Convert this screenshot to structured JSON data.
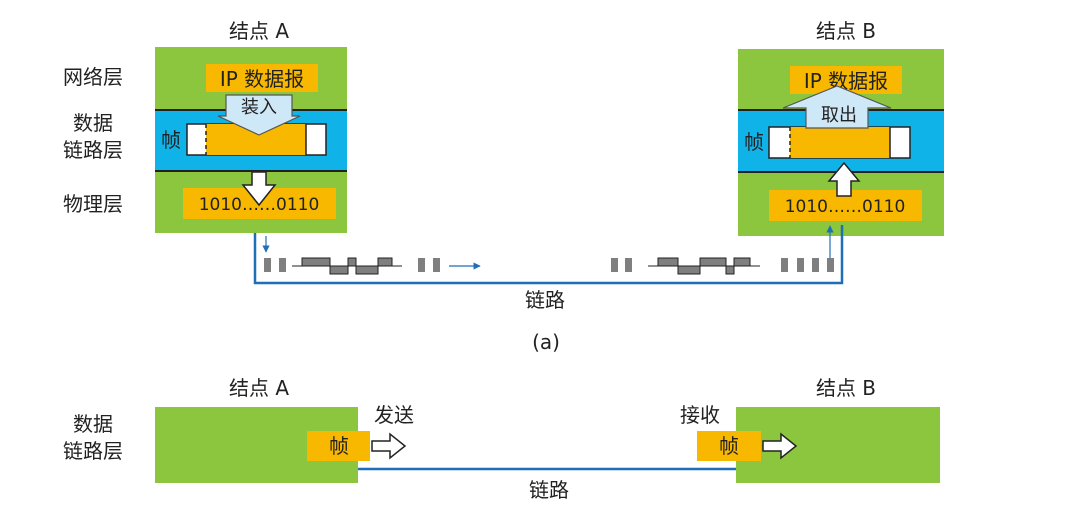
{
  "part_a": {
    "node_a_title": "结点 A",
    "node_b_title": "结点 B",
    "layer_network": "网络层",
    "layer_datalink_line1": "数据",
    "layer_datalink_line2": "链路层",
    "layer_physical": "物理层",
    "ip_datagram": "IP 数据报",
    "encapsulate": "装入",
    "extract": "取出",
    "frame": "帧",
    "bits_a": "1010……0110",
    "bits_b": "1010……0110",
    "link": "链路",
    "caption": "(a)"
  },
  "part_b": {
    "node_a_title": "结点 A",
    "node_b_title": "结点 B",
    "layer_datalink_line1": "数据",
    "layer_datalink_line2": "链路层",
    "send": "发送",
    "receive": "接收",
    "frame_a": "帧",
    "frame_b": "帧",
    "link": "链路"
  },
  "colors": {
    "node_green": "#8cc63f",
    "datalink_blue": "#0fb3e8",
    "label_orange": "#f9b800",
    "arrow_fill_light_blue": "#cfe8f7",
    "link_blue": "#1f6fb8",
    "signal_gray": "#7f7f7f"
  }
}
